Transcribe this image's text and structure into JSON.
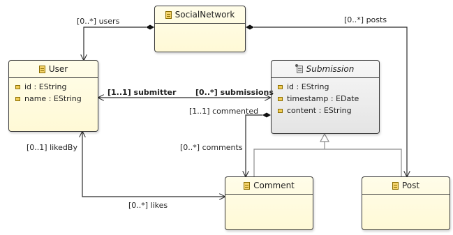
{
  "classes": {
    "social_network": {
      "name": "SocialNetwork"
    },
    "user": {
      "name": "User",
      "attributes": [
        "id : EString",
        "name : EString"
      ]
    },
    "submission": {
      "name": "Submission",
      "abstract": true,
      "attributes": [
        "id : EString",
        "timestamp : EDate",
        "content : EString"
      ]
    },
    "comment": {
      "name": "Comment"
    },
    "post": {
      "name": "Post"
    }
  },
  "references": {
    "users": "[0..*] users",
    "posts": "[0..*] posts",
    "submitter": "[1..1] submitter",
    "submissions": "[0..*] submissions",
    "commented": "[1..1] commented",
    "comments": "[0..*] comments",
    "liked_by": "[0..1] likedBy",
    "likes": "[0..*] likes"
  },
  "colors": {
    "class_fill": "#fff9d6",
    "abstract_fill": "#e4e4e4",
    "line": "#2b2b2b"
  }
}
